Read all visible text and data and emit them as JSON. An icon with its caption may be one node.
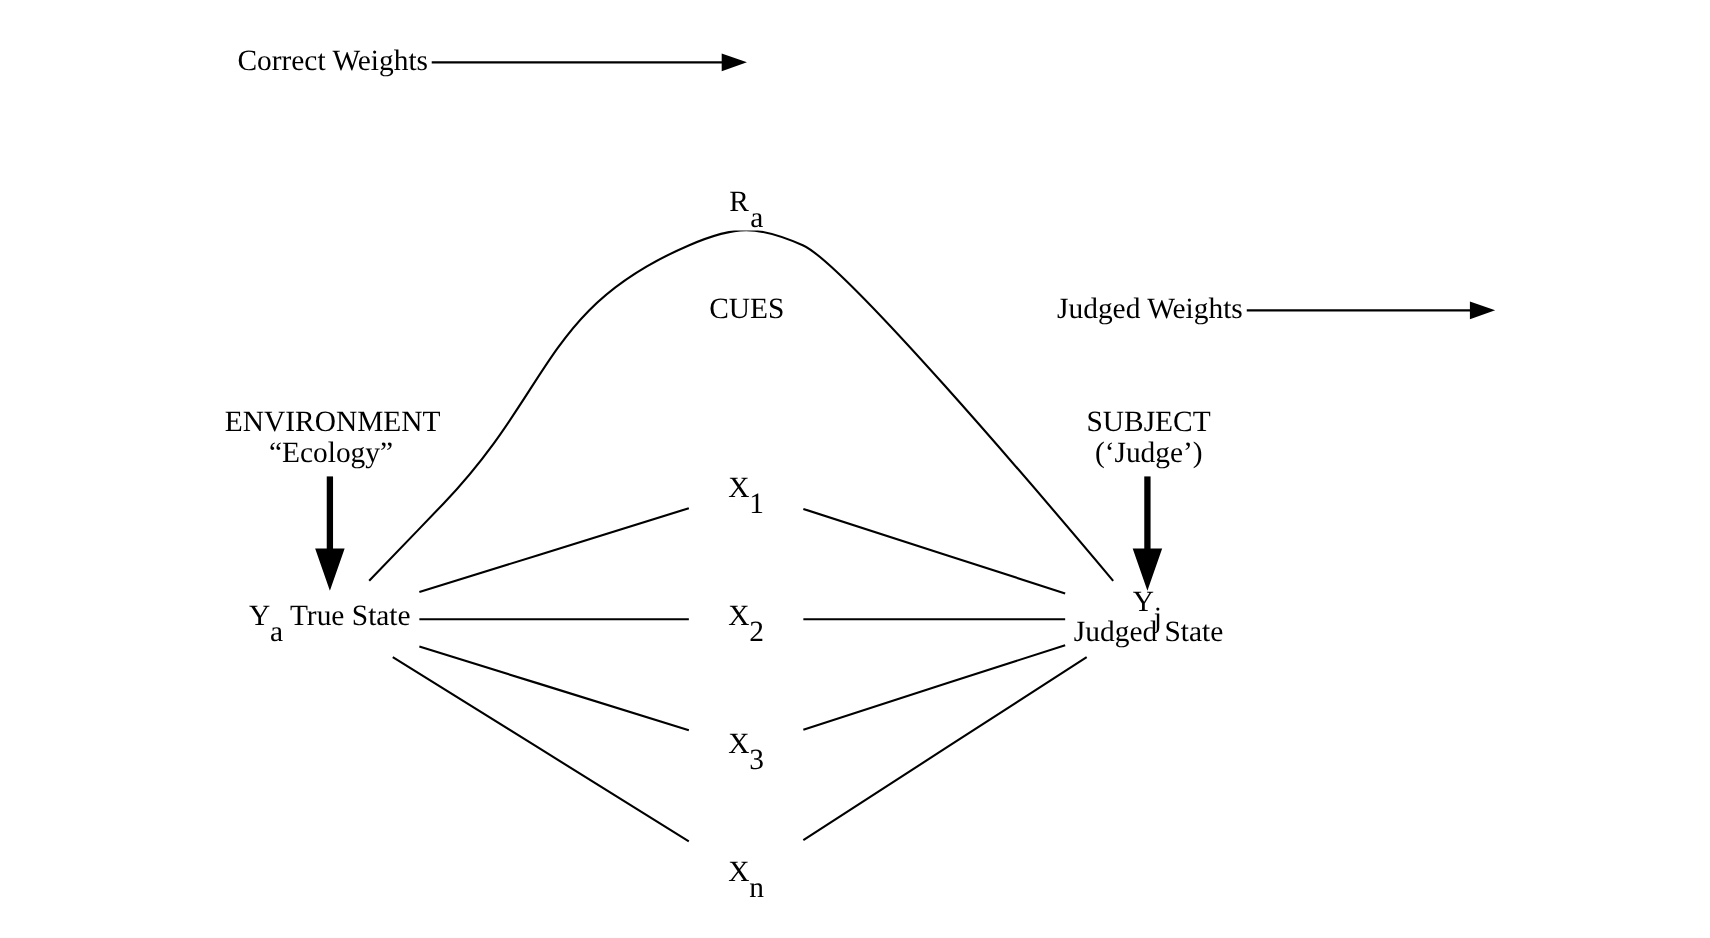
{
  "diagram": {
    "nodes": [
      {
        "text": [
          "ENVIRONMENT",
          "“Ecology”"
        ]
      },
      {
        "text": [
          "Y$_{a}$ True State"
        ]
      },
      {
        "text": [
          "SUBJECT",
          "(‘Judge’)"
        ]
      },
      {
        "text": [
          "Y$_{j}$",
          "Judged State"
        ]
      },
      {
        "text": [
          "X$_{1}$"
        ]
      },
      {
        "text": [
          "X$_{2}$"
        ]
      },
      {
        "text": [
          "X$_{3}$"
        ]
      },
      {
        "text": [
          "X$_{n}$"
        ]
      },
      {
        "text": [
          "Correct Weights"
        ]
      },
      {
        "text": [
          "Judged Weights"
        ]
      }
    ],
    "edges": [
      {
        "from": 0,
        "to": 1,
        "arrow": "to",
        "style": "thick"
      },
      {
        "from": 2,
        "to": 3,
        "arrow": "to",
        "style": "thick"
      },
      {
        "from": 1,
        "to": 3,
        "arrow": "none",
        "label": "R$_{a}$"
      },
      {
        "from": 1,
        "to": 4,
        "arrow": "none"
      },
      {
        "from": 1,
        "to": 5,
        "arrow": "none"
      },
      {
        "from": 1,
        "to": 6,
        "arrow": "none"
      },
      {
        "from": 1,
        "to": 7,
        "arrow": "none"
      },
      {
        "from": 4,
        "to": 3,
        "arrow": "none"
      },
      {
        "from": 5,
        "to": 3,
        "arrow": "none"
      },
      {
        "from": 6,
        "to": 3,
        "arrow": "none"
      },
      {
        "from": 7,
        "to": 3,
        "arrow": "none"
      },
      {
        "from": 8,
        "to": null,
        "arrow": "to"
      },
      {
        "from": 9,
        "to": null,
        "arrow": "to"
      }
    ],
    "labels": [
      "CUES"
    ]
  }
}
